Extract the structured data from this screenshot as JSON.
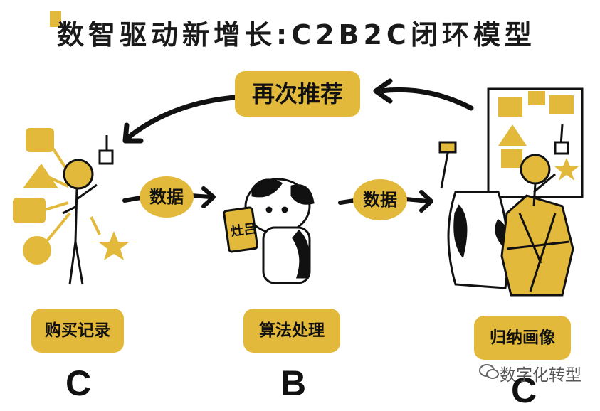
{
  "title": "数智驱动新增长:C2B2C闭环模型",
  "top_arrow_label": "再次推荐",
  "data_label_1": "数据",
  "data_label_2": "数据",
  "stages": [
    {
      "label": "购买记录",
      "letter": "C"
    },
    {
      "label": "算法处理",
      "letter": "B"
    },
    {
      "label": "归纳画像",
      "letter": "C"
    }
  ],
  "cow_sign_text": "灶吕",
  "watermark": "数字化转型",
  "colors": {
    "accent": "#e2b93b",
    "ink": "#111111"
  }
}
